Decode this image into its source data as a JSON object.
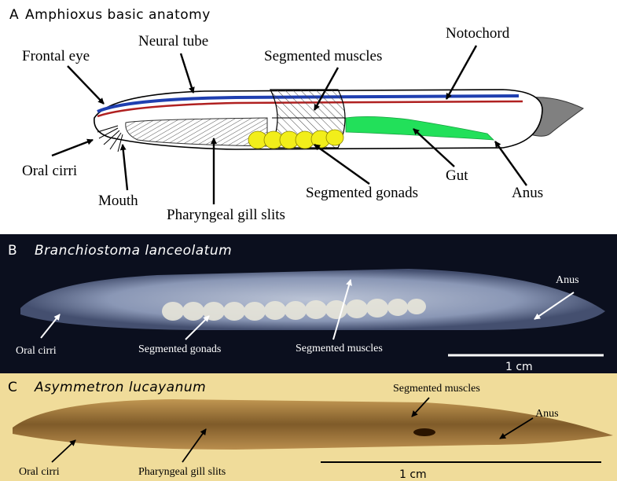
{
  "panel_a": {
    "letter": "A",
    "title": "Amphioxus basic anatomy",
    "labels": {
      "frontal_eye": "Frontal eye",
      "neural_tube": "Neural tube",
      "segmented_muscles": "Segmented muscles",
      "notochord": "Notochord",
      "oral_cirri": "Oral cirri",
      "mouth": "Mouth",
      "pharyngeal_gill_slits": "Pharyngeal gill slits",
      "segmented_gonads": "Segmented gonads",
      "gut": "Gut",
      "anus": "Anus"
    },
    "colors": {
      "neural_tube": "#1f3fb0",
      "notochord": "#b02020",
      "gonads": "#f2ee1a",
      "gut": "#22e05a",
      "tail": "#808080"
    }
  },
  "panel_b": {
    "letter": "B",
    "species": "Branchiostoma lanceolatum",
    "labels": {
      "oral_cirri": "Oral cirri",
      "segmented_gonads": "Segmented gonads",
      "segmented_muscles": "Segmented muscles",
      "anus": "Anus"
    },
    "scale_bar": "1 cm",
    "colors": {
      "background": "#0b0f1e"
    }
  },
  "panel_c": {
    "letter": "C",
    "species": "Asymmetron lucayanum",
    "labels": {
      "oral_cirri": "Oral cirri",
      "pharyngeal_gill_slits": "Pharyngeal gill slits",
      "segmented_muscles": "Segmented muscles",
      "anus": "Anus"
    },
    "scale_bar": "1 cm",
    "colors": {
      "background": "#f0dc9a"
    }
  }
}
